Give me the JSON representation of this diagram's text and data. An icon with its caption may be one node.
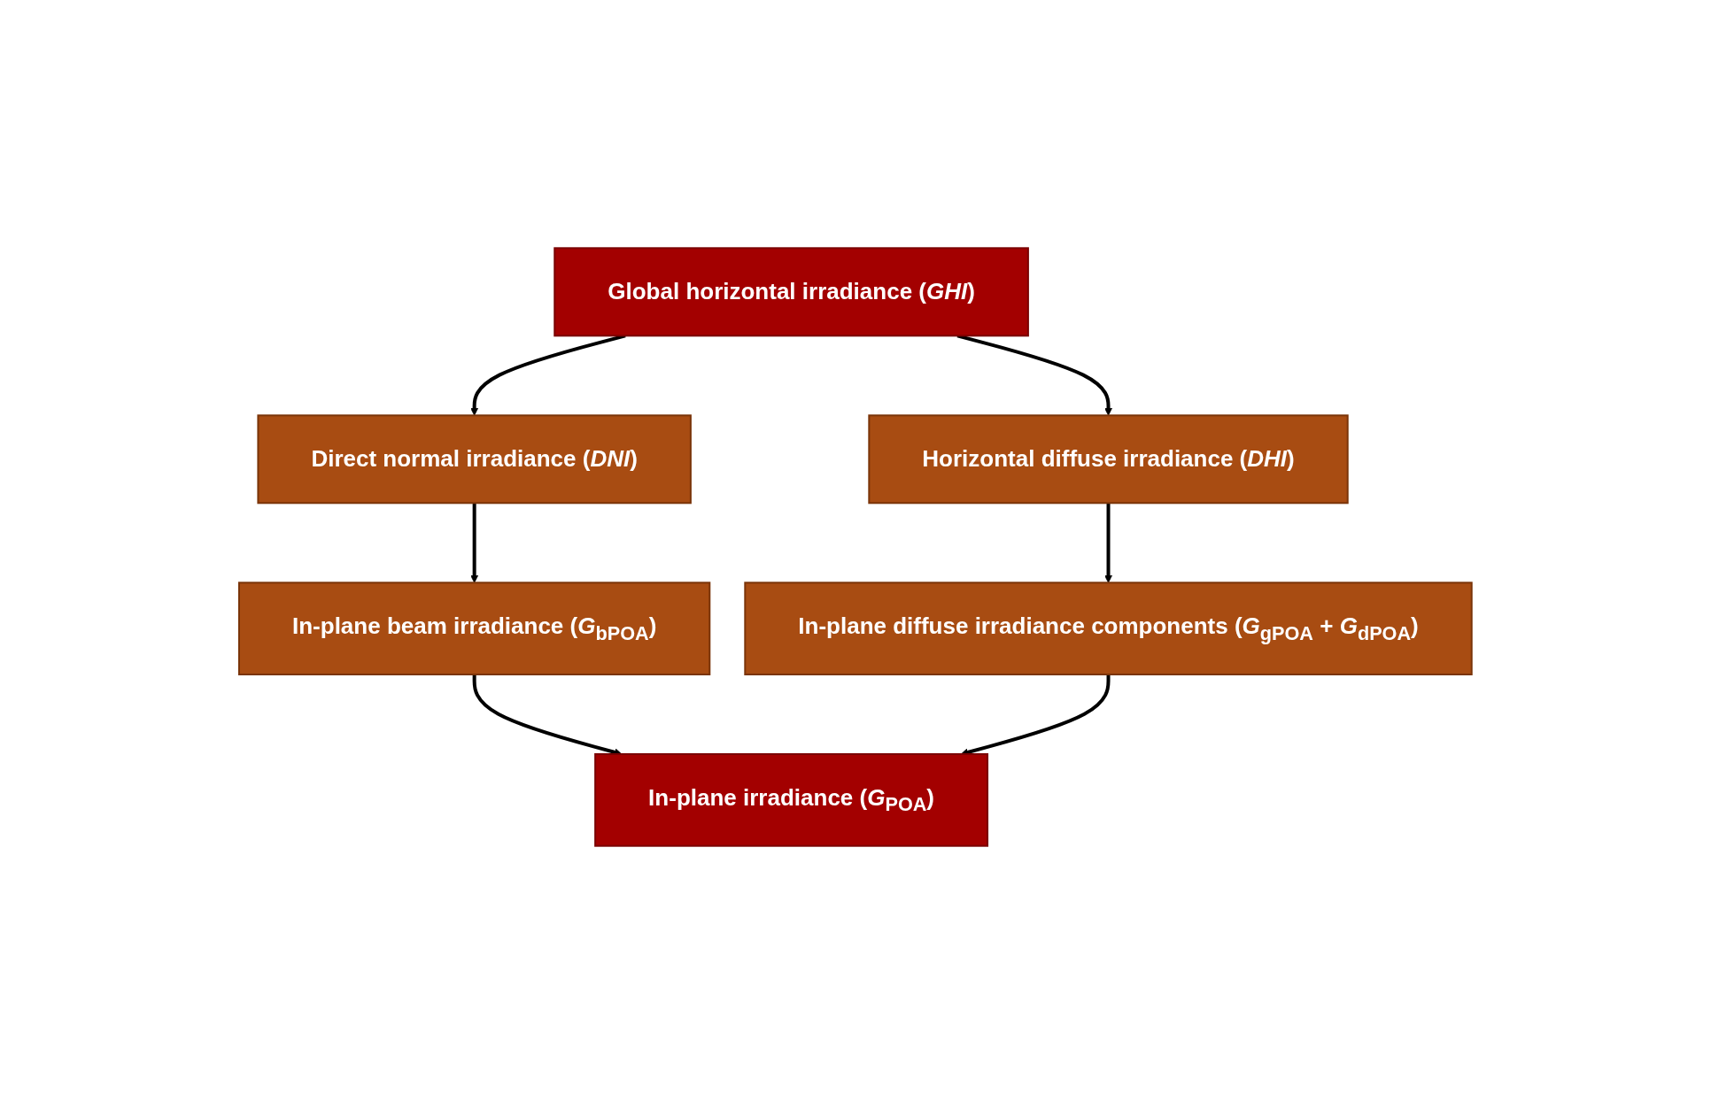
{
  "diagram": {
    "nodes": [
      {
        "text": [
          "Global horizontal irradiance (*GHI*)"
        ]
      },
      {
        "text": [
          "Direct normal irradiance (*DNI*)"
        ]
      },
      {
        "text": [
          "Horizontal diffuse irradiance (*DHI*)"
        ]
      },
      {
        "text": [
          "In-plane beam irradiance (*G*$_{b}$$_{POA}$)"
        ]
      },
      {
        "text": [
          "In-plane diffuse irradiance components (*G*$_{g}$$_{POA}$ + *G*$_{d}$$_{POA}$)"
        ]
      },
      {
        "text": [
          "In-plane irradiance (*G*$_{POA}$)"
        ]
      }
    ],
    "edges": [
      {
        "from": 0,
        "to": 1,
        "arrow": "to"
      },
      {
        "from": 0,
        "to": 2,
        "arrow": "to"
      },
      {
        "from": 1,
        "to": 3,
        "arrow": "to"
      },
      {
        "from": 2,
        "to": 4,
        "arrow": "to"
      },
      {
        "from": 3,
        "to": 5,
        "arrow": "to"
      },
      {
        "from": 4,
        "to": 5,
        "arrow": "to"
      }
    ]
  }
}
